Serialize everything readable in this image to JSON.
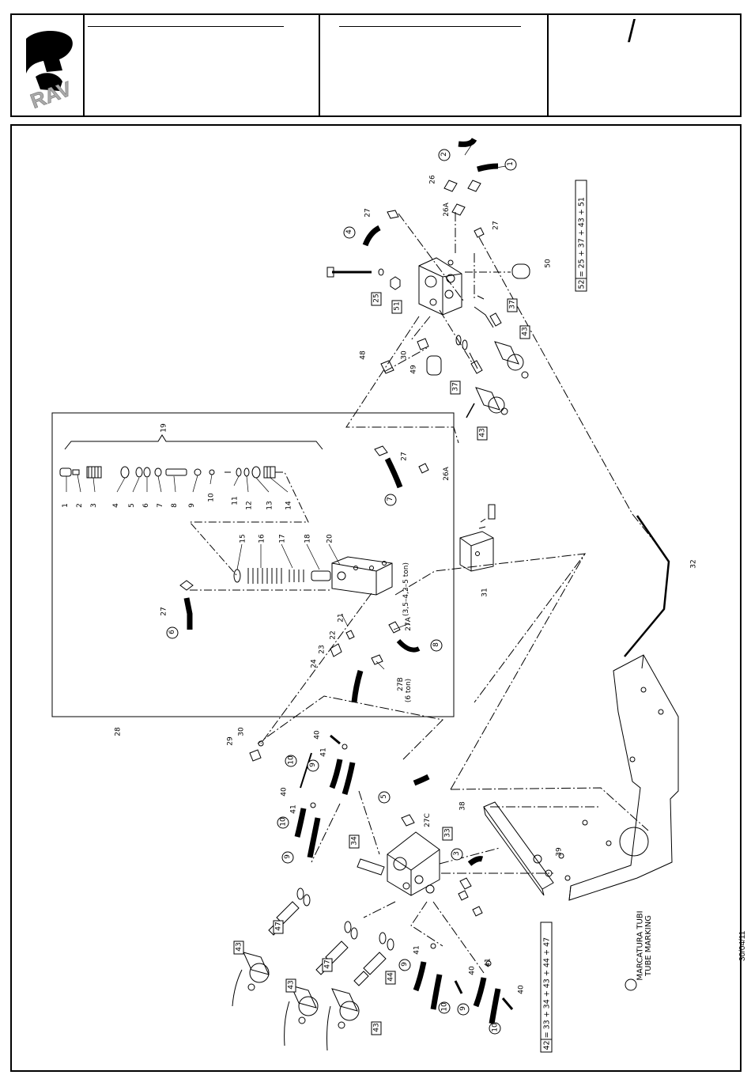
{
  "logo": {
    "text": "RAV"
  },
  "title_block": {
    "revision_mark": "/"
  },
  "date": "30/04/11",
  "legend": {
    "line1": "MARCATURA TUBI",
    "line2": "TUBE MARKING"
  },
  "formulas": {
    "f52": "52 = 25 + 37 + 43 + 51",
    "f42": "42 = 33 + 34 + 43 + 44 + 47"
  },
  "notes": {
    "n27a": "27A",
    "n27a_cap": "(3,5–4,2–5 ton)",
    "n27b": "27B",
    "n27b_cap": "(6 ton)"
  },
  "boxed_labels": [
    "25",
    "51",
    "37",
    "37",
    "43",
    "43",
    "33",
    "34",
    "47",
    "47",
    "43",
    "43",
    "43",
    "44"
  ],
  "plain_labels": [
    "1",
    "2",
    "3",
    "4",
    "5",
    "6",
    "7",
    "8",
    "9",
    "10",
    "11",
    "12",
    "13",
    "14",
    "15",
    "16",
    "17",
    "18",
    "19",
    "20",
    "21",
    "22",
    "23",
    "24",
    "26",
    "26A",
    "26A",
    "27",
    "27",
    "27",
    "27",
    "27C",
    "28",
    "29",
    "30",
    "30",
    "31",
    "32",
    "38",
    "39",
    "40",
    "40",
    "40",
    "40",
    "41",
    "41",
    "41",
    "41",
    "48",
    "49",
    "50"
  ],
  "circled_labels": [
    "1",
    "2",
    "3",
    "4",
    "5",
    "6",
    "7",
    "8",
    "9",
    "9",
    "9",
    "10",
    "10",
    "10",
    "10"
  ]
}
